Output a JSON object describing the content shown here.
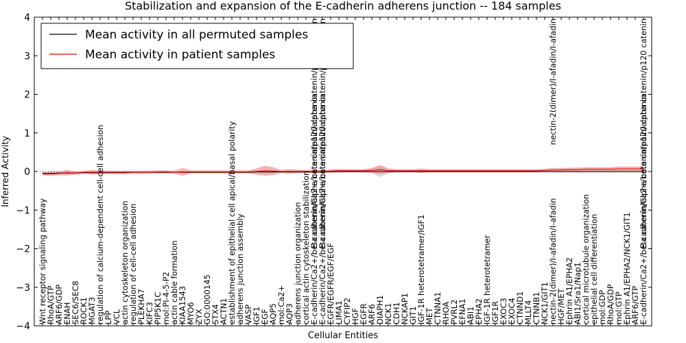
{
  "chart_data": {
    "type": "line",
    "title": "Stabilization and expansion of the E-cadherin adherens junction -- 184 samples",
    "xlabel": "Cellular Entities",
    "ylabel": "Inferred Activity",
    "ylim": [
      -4,
      4
    ],
    "yticks": [
      -4,
      -3,
      -2,
      -1,
      0,
      1,
      2,
      3,
      4
    ],
    "grid": false,
    "legend_position": "top-left",
    "colors": {
      "permuted": "#000000",
      "patient": "#dd0000",
      "patient_band": "#f08080",
      "permuted_band": "#c8c8c8"
    },
    "categories": [
      "Wnt receptor signaling pathway",
      "RhoA/GTP",
      "ARF6/GDP",
      "ENAH",
      "SEC6/SEC8",
      "ROCK1",
      "MGAT3",
      "regulation of calcium-dependent cell-cell adhesion",
      "LPP",
      "VCL",
      "actin cytoskeleton organization",
      "regulation of cell-cell adhesion",
      "PLEKHA7",
      "KIFC3",
      "PIP5K1C",
      "mol:PI-4-5-P2",
      "actin cable formation",
      "KIAA1543",
      "MYO6",
      "ZYX",
      "GO:0000145",
      "STX4",
      "ACTN1",
      "establishment of epithelial cell apical/basal polarity",
      "adherens junction assembly",
      "VASP",
      "IGF1",
      "EGF",
      "AQP5",
      "mol:Ca2+",
      "AQP3",
      "adherens junction organization",
      "cortical actin cytoskeleton stabilization",
      "E-cadherin/Ca2+/beta catenin/alpha catenin/p120 catenin",
      "E-cadherin/Ca2+/beta catenin/alpha catenin/p120 catenin",
      "EGFR/EGFR/EGF/EGF",
      "LIMA1",
      "CYFIP2",
      "HGF",
      "EGFR",
      "ARF6",
      "DIAPH1",
      "NCK1",
      "CDH1",
      "NCKAP1",
      "GIT1",
      "IGF-1R heterotetramer/IGF1",
      "MET",
      "CTNNA1",
      "RHOA",
      "PVRL2",
      "EFNA1",
      "ABI1",
      "EPHA2",
      "IGF-1R heterotetramer",
      "IGF1R",
      "EXOC3",
      "EXOC4",
      "CTNND1",
      "MLLT4",
      "CTNNB1",
      "NCK1/GIT1",
      "nectin-2(dimer)/I-afadin/I-afadin",
      "HGF/MET",
      "Ephrin A1/EPHA2",
      "ABI1/Sra1/Nap1",
      "cortical microtubule organization",
      "epithelial cell differentiation",
      "mol:GDP",
      "RhoA/GDP",
      "mol:GTP",
      "Ephrin A1/EPHA2/NCK1/GIT1",
      "ARF6/GTP",
      "E-cadherin/Ca2+/beta catenin/alpha catenin/p120 catenin"
    ],
    "top_labels": [
      "E-cadherin/Ca2+/beta catenin/alpha catenin/p120 catenin",
      "E-cadherin/Ca2+/beta catenin/alpha catenin/p120 catenin",
      "nectin-2(dimer)/I-afadin/I-afadin",
      "E-cadherin/Ca2+/beta catenin/alpha catenin/p120 catenin"
    ],
    "series": [
      {
        "name": "Mean activity in all permuted samples",
        "values": [
          -0.05,
          -0.05,
          -0.04,
          -0.04,
          -0.04,
          -0.03,
          -0.03,
          -0.03,
          -0.03,
          -0.03,
          -0.03,
          -0.02,
          -0.02,
          -0.02,
          -0.02,
          -0.02,
          -0.02,
          -0.02,
          -0.02,
          -0.02,
          -0.02,
          -0.02,
          -0.02,
          -0.02,
          -0.02,
          -0.02,
          -0.01,
          -0.01,
          -0.01,
          -0.01,
          -0.01,
          -0.01,
          -0.01,
          -0.01,
          -0.01,
          0,
          0,
          0,
          0,
          0,
          0,
          0,
          0,
          0,
          0,
          0,
          0,
          0,
          0,
          0,
          0,
          0,
          0,
          0,
          0,
          0,
          0,
          0,
          0,
          0,
          0,
          0,
          0,
          0,
          0,
          0,
          0,
          0,
          0,
          0,
          0,
          0,
          0,
          0
        ],
        "band": [
          0.04,
          0.04,
          0.04,
          0.04,
          0.04,
          0.03,
          0.03,
          0.03,
          0.03,
          0.03,
          0.03,
          0.03,
          0.03,
          0.03,
          0.03,
          0.03,
          0.03,
          0.03,
          0.03,
          0.03,
          0.03,
          0.03,
          0.03,
          0.03,
          0.03,
          0.03,
          0.04,
          0.06,
          0.05,
          0.03,
          0.04,
          0.03,
          0.03,
          0.03,
          0.03,
          0.03,
          0.03,
          0.03,
          0.03,
          0.04,
          0.05,
          0.15,
          0.05,
          0.03,
          0.03,
          0.03,
          0.03,
          0.03,
          0.03,
          0.03,
          0.03,
          0.03,
          0.03,
          0.03,
          0.03,
          0.03,
          0.03,
          0.03,
          0.03,
          0.03,
          0.03,
          0.03,
          0.04,
          0.04,
          0.04,
          0.04,
          0.04,
          0.04,
          0.04,
          0.04,
          0.04,
          0.04,
          0.04,
          0.04
        ]
      },
      {
        "name": "Mean activity in patient samples",
        "values": [
          -0.06,
          -0.06,
          -0.05,
          -0.03,
          -0.04,
          -0.02,
          -0.02,
          -0.02,
          -0.02,
          -0.02,
          -0.02,
          -0.02,
          -0.02,
          -0.02,
          -0.01,
          -0.01,
          -0.02,
          -0.01,
          -0.01,
          -0.01,
          -0.01,
          -0.01,
          -0.01,
          -0.01,
          -0.01,
          -0.01,
          0.0,
          0.02,
          0.01,
          0.0,
          0.0,
          0.0,
          0.0,
          0.0,
          0.0,
          0.01,
          0.02,
          0.02,
          0.02,
          0.02,
          0.03,
          0.05,
          0.02,
          0.02,
          0.02,
          0.02,
          0.02,
          0.02,
          0.02,
          0.02,
          0.02,
          0.02,
          0.02,
          0.02,
          0.02,
          0.02,
          0.02,
          0.02,
          0.02,
          0.02,
          0.02,
          0.03,
          0.04,
          0.04,
          0.05,
          0.05,
          0.06,
          0.06,
          0.06,
          0.06,
          0.07,
          0.07,
          0.07,
          0.07
        ],
        "band": [
          0.04,
          0.05,
          0.05,
          0.07,
          0.04,
          0.03,
          0.06,
          0.05,
          0.04,
          0.04,
          0.04,
          0.04,
          0.04,
          0.04,
          0.04,
          0.04,
          0.04,
          0.1,
          0.04,
          0.04,
          0.04,
          0.04,
          0.04,
          0.04,
          0.04,
          0.04,
          0.08,
          0.13,
          0.1,
          0.04,
          0.06,
          0.05,
          0.04,
          0.05,
          0.04,
          0.05,
          0.05,
          0.04,
          0.04,
          0.04,
          0.06,
          0.12,
          0.06,
          0.04,
          0.04,
          0.04,
          0.06,
          0.04,
          0.04,
          0.04,
          0.04,
          0.04,
          0.04,
          0.04,
          0.04,
          0.04,
          0.04,
          0.04,
          0.04,
          0.04,
          0.04,
          0.04,
          0.05,
          0.05,
          0.05,
          0.05,
          0.05,
          0.05,
          0.05,
          0.05,
          0.06,
          0.06,
          0.06,
          0.06
        ]
      }
    ]
  }
}
